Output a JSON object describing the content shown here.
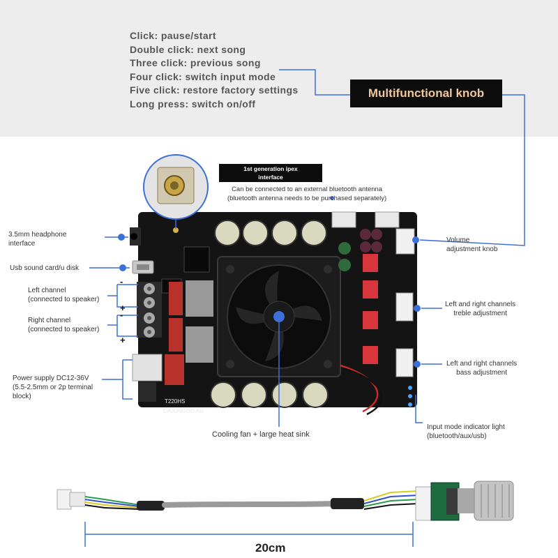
{
  "instructions": {
    "lines": [
      "Click: pause/start",
      "Double click: next song",
      "Three click: previous song",
      "Four click: switch input mode",
      "Five click: restore factory settings",
      "Long press: switch on/off"
    ]
  },
  "knob_title": "Multifunctional knob",
  "ipex": {
    "badge_line1": "1st generation ipex",
    "badge_line2": "interface",
    "desc_line1": "Can be connected to an external bluetooth antenna",
    "desc_line2": "(bluetooth antenna needs to be purchased separately)"
  },
  "labels": {
    "headphone_line1": "3.5mm headphone",
    "headphone_line2": "interface",
    "usb": "Usb sound card/u disk",
    "left_channel_line1": "Left channel",
    "left_channel_line2": "(connected to speaker)",
    "right_channel_line1": "Right channel",
    "right_channel_line2": "(connected to speaker)",
    "power_line1": "Power supply DC12-36V",
    "power_line2": "(5.5-2.5mm or 2p terminal",
    "power_line3": "block)",
    "volume_line1": "Volume",
    "volume_line2": "adjustment knob",
    "treble_line1": "Left and right channels",
    "treble_line2": "treble adjustment",
    "bass_line1": "Left and right channels",
    "bass_line2": "bass adjustment",
    "fan": "Cooling fan + large heat sink",
    "indicator_line1": "Input mode indicator light",
    "indicator_line2": "(bluetooth/aux/usb)"
  },
  "board": {
    "model": "T220HS",
    "brand": "DAJUNGUO AU"
  },
  "terminal_signs": [
    "-",
    "+",
    "-",
    "+"
  ],
  "cable_length": "20cm",
  "colors": {
    "accent_blue": "#3c6fd8",
    "badge_bg": "#0d0d0d",
    "badge_text": "#f0c79a",
    "board": "#141414"
  }
}
